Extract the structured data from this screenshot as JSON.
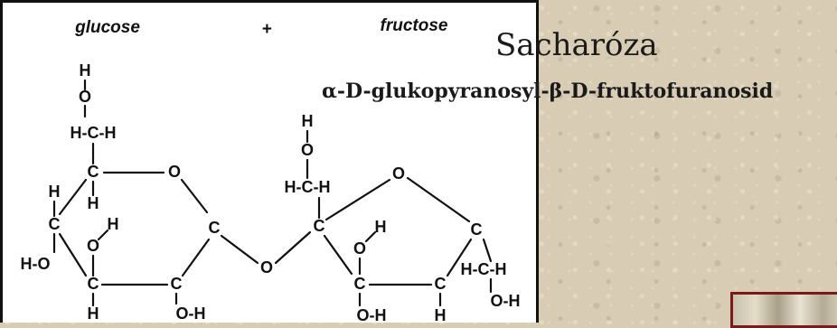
{
  "slide": {
    "title": "Sacharóza",
    "subtitle": "α-D-glukopyranosyl-β-D-fruktofuranosid"
  },
  "diagram": {
    "header_left": "glucose",
    "header_plus": "+",
    "header_right": "fructose",
    "atoms": {
      "H": "H",
      "O": "O",
      "C": "C",
      "HCH": "H-C-H",
      "HO": "H-O",
      "OH": "O-H"
    }
  }
}
